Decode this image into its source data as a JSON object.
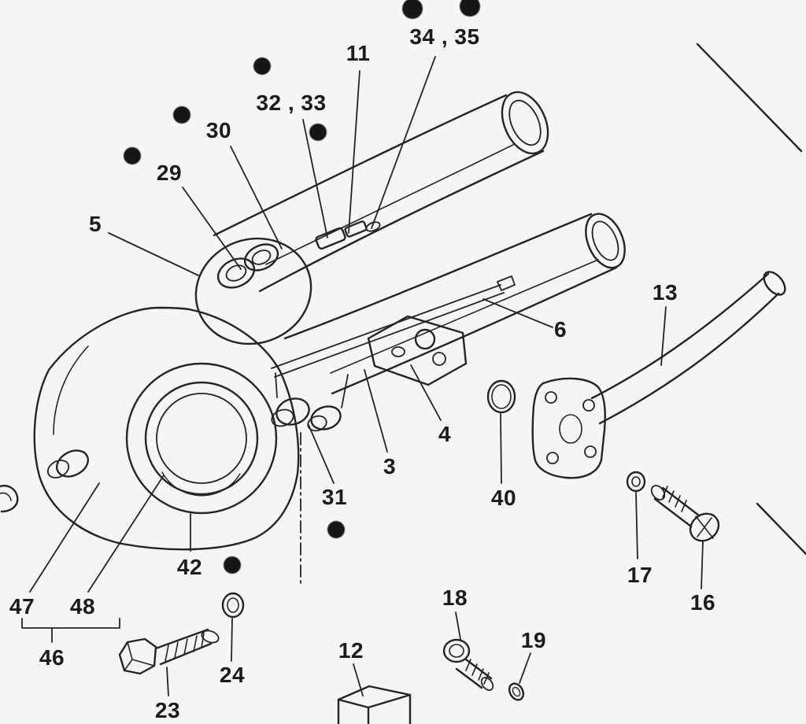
{
  "figure": {
    "background_color": "#f5f5f3",
    "line_color": "#242424",
    "label_color": "#1b1b1b",
    "marker_color": "#161616",
    "marker_glyph": "●"
  },
  "callouts": [
    {
      "part": "34 , 35"
    },
    {
      "part": "11"
    },
    {
      "part": "32 , 33"
    },
    {
      "part": "30"
    },
    {
      "part": "29"
    },
    {
      "part": "5"
    },
    {
      "part": "13"
    },
    {
      "part": "6"
    },
    {
      "part": "4"
    },
    {
      "part": "3"
    },
    {
      "part": "31"
    },
    {
      "part": "40"
    },
    {
      "part": "42"
    },
    {
      "part": "17"
    },
    {
      "part": "16"
    },
    {
      "part": "47"
    },
    {
      "part": "48"
    },
    {
      "part": "18"
    },
    {
      "part": "19"
    },
    {
      "part": "46"
    },
    {
      "part": "12"
    },
    {
      "part": "24"
    },
    {
      "part": "23"
    }
  ]
}
